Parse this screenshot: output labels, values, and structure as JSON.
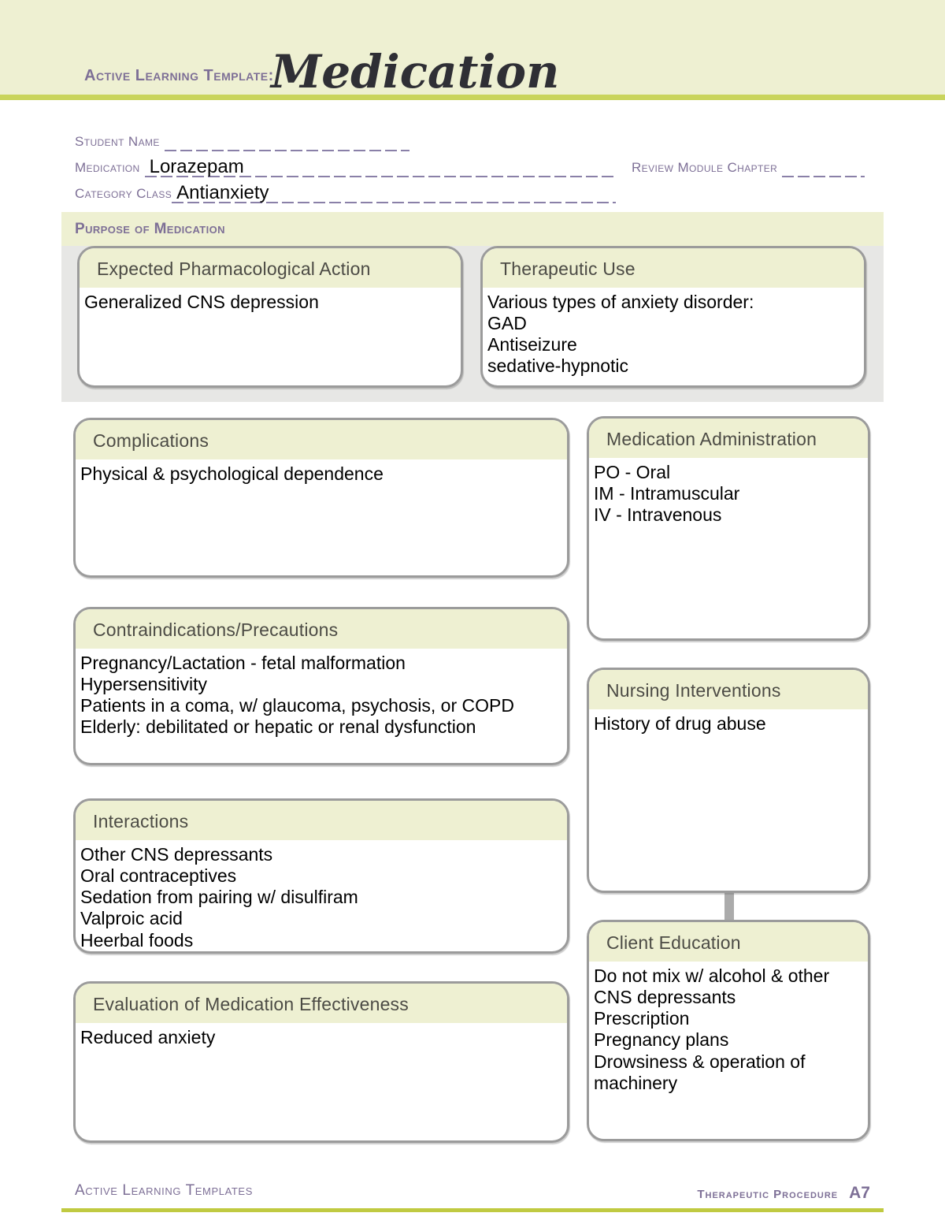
{
  "header": {
    "template_label": "Active Learning Template:",
    "title": "Medication"
  },
  "form": {
    "student_name_label": "Student Name",
    "student_name_value": "",
    "medication_label": "Medication",
    "medication_value": "Lorazepam",
    "review_module_chapter_label": "Review Module Chapter",
    "review_module_chapter_value": "",
    "category_class_label": "Category Class",
    "category_class_value": "Antianxiety"
  },
  "purpose_section": {
    "heading": "Purpose of Medication",
    "boxes": [
      {
        "title": "Expected Pharmacological Action",
        "content": "Generalized CNS depression"
      },
      {
        "title": "Therapeutic Use",
        "content": "Various types of anxiety disorder:\nGAD\nAntiseizure\nsedative-hypnotic"
      }
    ]
  },
  "left_column": [
    {
      "title": "Complications",
      "content": "Physical & psychological dependence"
    },
    {
      "title": "Contraindications/Precautions",
      "content": "Pregnancy/Lactation - fetal malformation\nHypersensitivity\nPatients in a coma, w/ glaucoma, psychosis, or COPD\nElderly: debilitated or hepatic or renal dysfunction"
    },
    {
      "title": "Interactions",
      "content": "Other CNS depressants\nOral contraceptives\nSedation from pairing w/ disulfiram\nValproic acid\nHeerbal foods"
    },
    {
      "title": "Evaluation of Medication Effectiveness",
      "content": "Reduced anxiety"
    }
  ],
  "right_column": [
    {
      "title": "Medication Administration",
      "content": "PO - Oral\nIM - Intramuscular\nIV - Intravenous"
    },
    {
      "title": "Nursing Interventions",
      "content": "History of drug abuse"
    },
    {
      "title": "Client Education",
      "content": "Do not mix w/ alcohol & other CNS depressants\nPrescription\nPregnancy plans\nDrowsiness & operation of machinery"
    }
  ],
  "footer": {
    "left": "Active Learning Templates",
    "right_label": "Therapeutic Procedure",
    "right_page": "A7"
  },
  "colors": {
    "band": "#eef0d2",
    "divider": "#c9d45c",
    "purple": "#7d6f96",
    "gray_panel": "#e7e7e5",
    "box_border": "#9b9b9b",
    "footer_line": "#c0ca41"
  }
}
